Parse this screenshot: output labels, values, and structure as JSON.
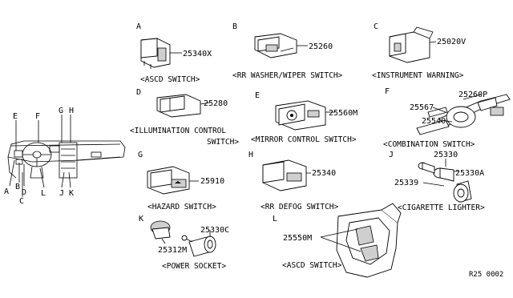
{
  "sections": [
    {
      "letter": "A",
      "part_codes": [
        "25340X"
      ],
      "caption": "<ASCD SWITCH>"
    },
    {
      "letter": "B",
      "part_codes": [
        "25260"
      ],
      "caption": "<RR WASHER/WIPER SWITCH>"
    },
    {
      "letter": "C",
      "part_codes": [
        "25020V"
      ],
      "caption": "<INSTRUMENT WARNING>"
    },
    {
      "letter": "D",
      "part_codes": [
        "25280"
      ],
      "caption_lines": [
        "<ILLUMINATION CONTROL",
        "SWITCH>"
      ]
    },
    {
      "letter": "E",
      "part_codes": [
        "25560M"
      ],
      "caption": "<MIRROR CONTROL SWITCH>"
    },
    {
      "letter": "F",
      "part_codes": [
        "25260P",
        "25567",
        "25540"
      ],
      "caption": "<COMBINATION SWITCH>"
    },
    {
      "letter": "G",
      "part_codes": [
        "25910"
      ],
      "caption": "<HAZARD SWITCH>"
    },
    {
      "letter": "H",
      "part_codes": [
        "25340"
      ],
      "caption": "<RR DEFOG SWITCH>"
    },
    {
      "letter": "J",
      "part_codes": [
        "25330",
        "25330A",
        "25339"
      ],
      "caption": "<CIGARETTE LIGHTER>"
    },
    {
      "letter": "K",
      "part_codes": [
        "25330C",
        "25312M"
      ],
      "caption": "<POWER SOCKET>"
    },
    {
      "letter": "L",
      "part_codes": [
        "25550M"
      ],
      "caption": "<ASCD SWITCH>"
    }
  ],
  "dashboard_locators": [
    "A",
    "B",
    "C",
    "D",
    "E",
    "F",
    "G",
    "H",
    "J",
    "K",
    "L"
  ],
  "reference": "R25 0002"
}
